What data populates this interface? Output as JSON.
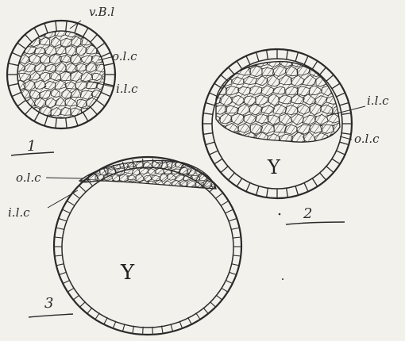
{
  "colors": {
    "ink": "#2a2a2a",
    "paper": "#f3f1ec",
    "cell_fill": "#e9e6df"
  },
  "labels": {
    "vbl": "v.B.l",
    "olc_fig1": "o.l.c",
    "ilc_fig1": "i.l.c",
    "ilc_fig2": "i.l.c",
    "olc_fig2": "o.l.c",
    "y_fig2": "Y",
    "olc_fig3": "o.l.c",
    "ilc_fig3": "i.l.c",
    "y_fig3": "Y",
    "fig1_number": "1",
    "fig2_number": "2",
    "fig3_number": "3"
  }
}
